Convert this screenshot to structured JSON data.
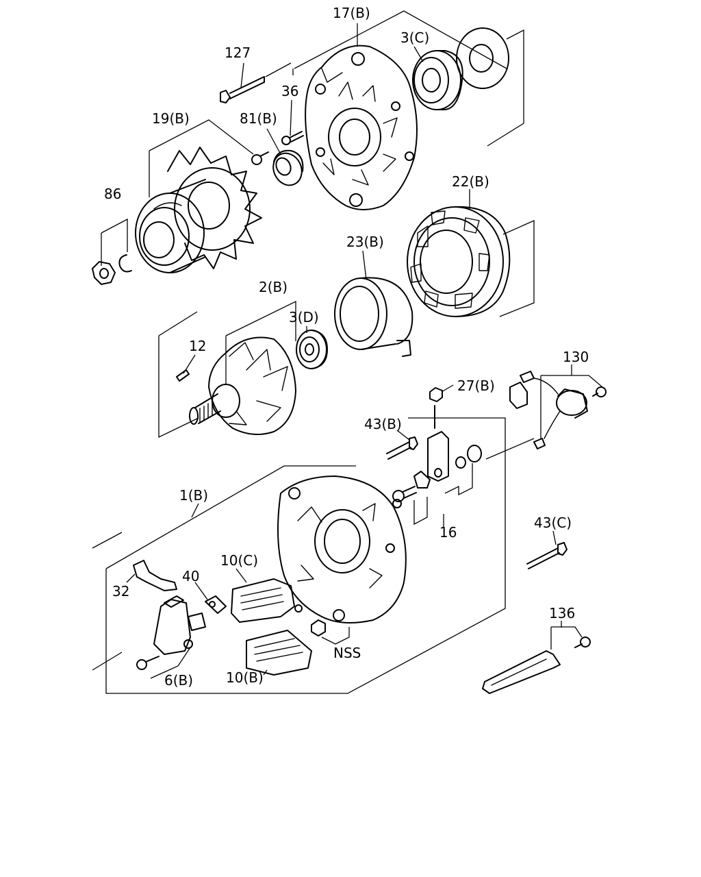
{
  "labels": {
    "l_17b": "17(B)",
    "l_3c": "3(C)",
    "l_127": "127",
    "l_36": "36",
    "l_19b": "19(B)",
    "l_81b": "81(B)",
    "l_86": "86",
    "l_22b": "22(B)",
    "l_23b": "23(B)",
    "l_2b": "2(B)",
    "l_3d": "3(D)",
    "l_12": "12",
    "l_130": "130",
    "l_27b": "27(B)",
    "l_43b": "43(B)",
    "l_1b": "1(B)",
    "l_16": "16",
    "l_43c": "43(C)",
    "l_10c": "10(C)",
    "l_40": "40",
    "l_32": "32",
    "l_nss": "NSS",
    "l_6b": "6(B)",
    "l_10b": "10(B)",
    "l_136": "136"
  }
}
